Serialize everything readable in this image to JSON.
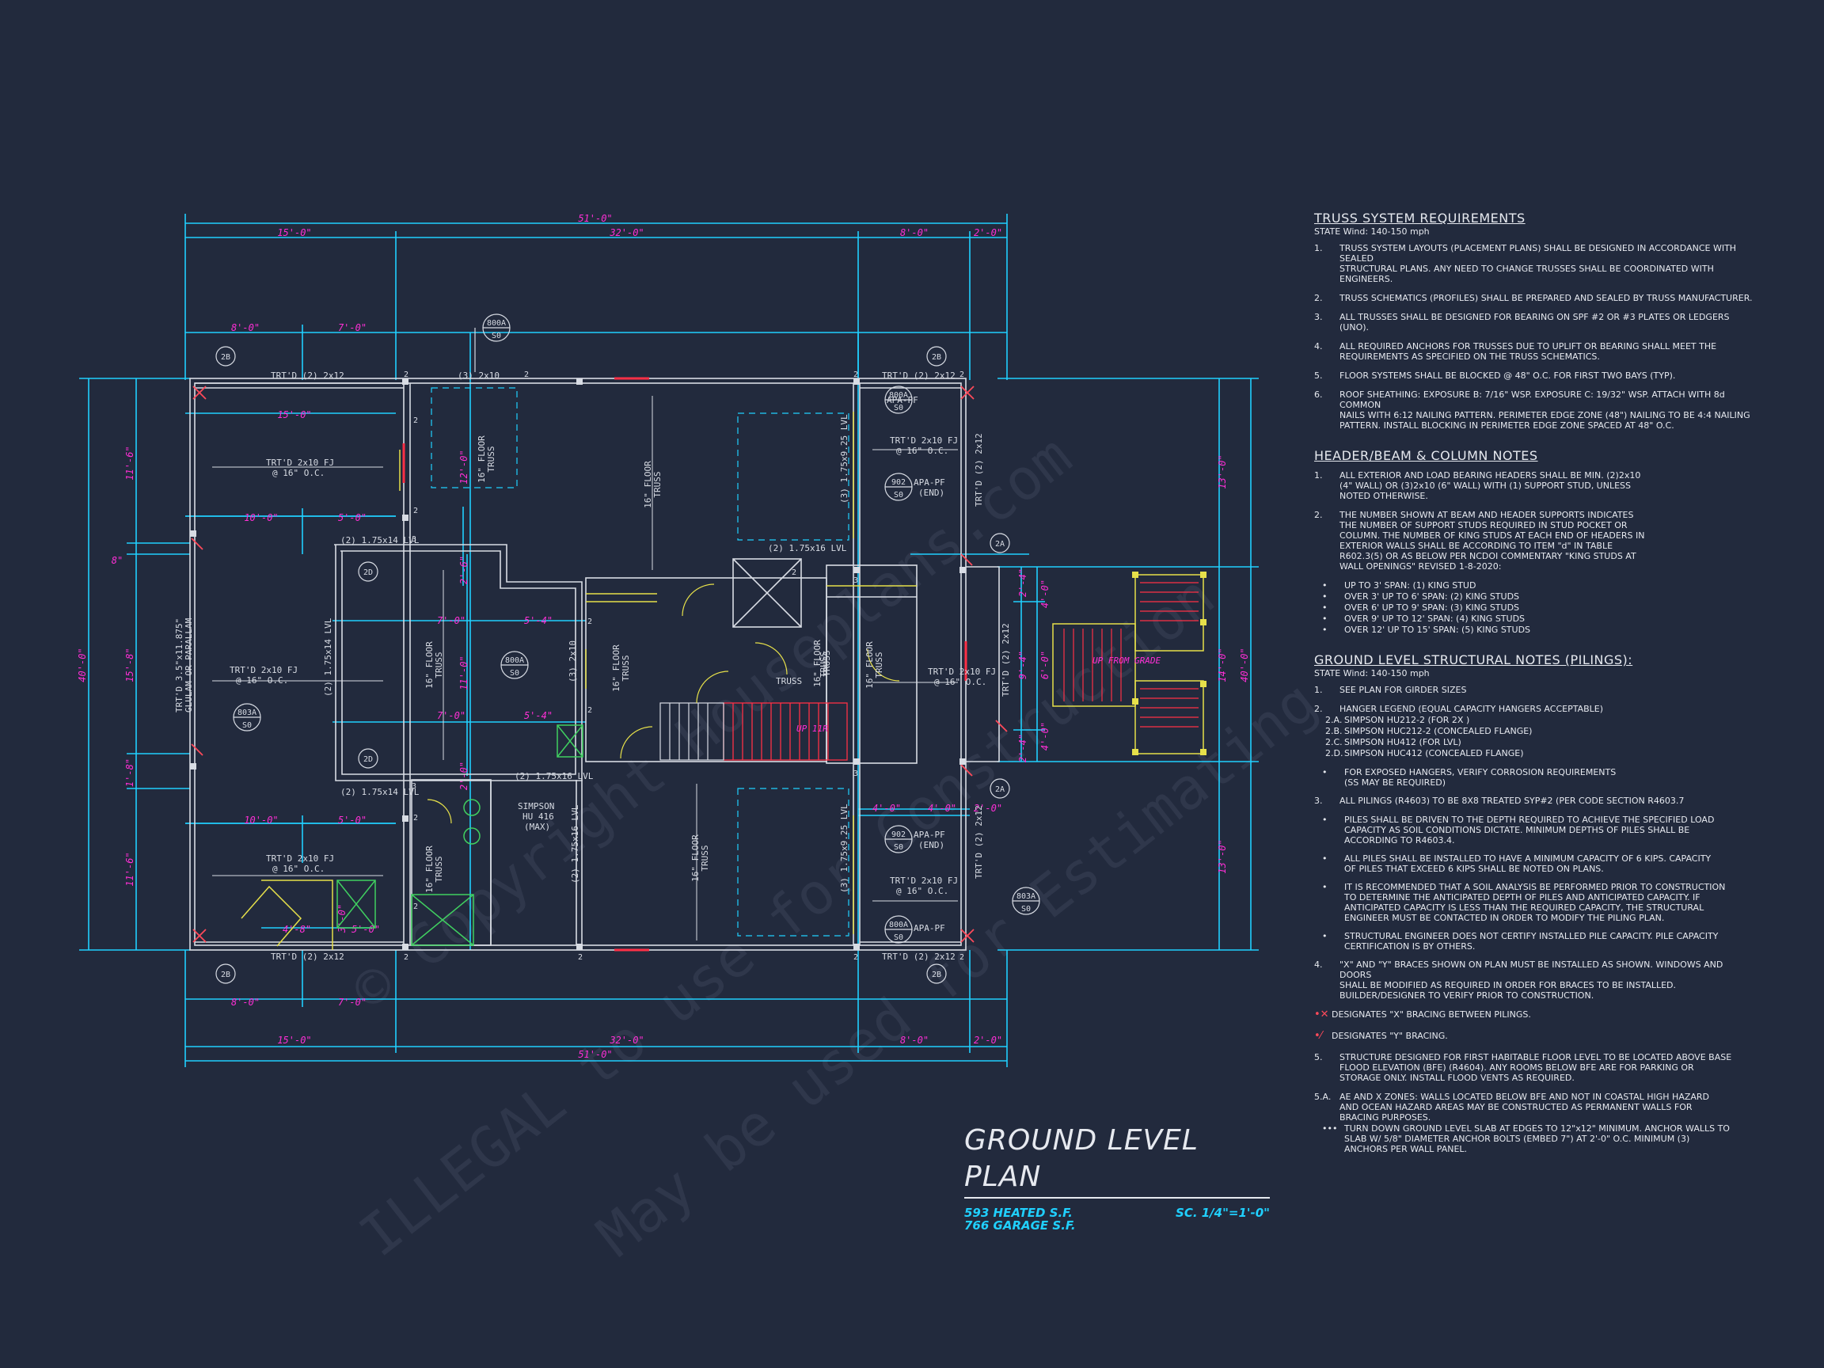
{
  "colors": {
    "background": "#222a3d",
    "dimension": "#20d0ff",
    "dimension_text": "#ff2fd6",
    "wall": "#d8dce4",
    "stair": "#ff3046",
    "yellow": "#e6e04a",
    "green": "#40d060",
    "bracing": "#ff4a5a",
    "notes": "#e6e9ef"
  },
  "plan": {
    "dims_top": {
      "overall": "51'-0\"",
      "d_15": "15'-0\"",
      "d_32": "32'-0\"",
      "d_8": "8'-0\"",
      "d_2": "2'-0\"",
      "d_8a": "8'-0\"",
      "d_7a": "7'-0\""
    },
    "dims_bottom": {
      "overall": "51'-0\"",
      "d_15": "15'-0\"",
      "d_32": "32'-0\"",
      "d_8": "8'-0\"",
      "d_2": "2'-0\"",
      "d_8a": "8'-0\"",
      "d_7a": "7'-0\""
    },
    "dims_left": {
      "overall": "40'-0\"",
      "d_11_6_top": "11'-6\"",
      "d_8": "8\"",
      "d_15_8": "15'-8\"",
      "d_1_8": "1'-8\"",
      "d_11_6_bot": "11'-6\""
    },
    "dims_right": {
      "overall": "40'-0\"",
      "d_13_top": "13'-0\"",
      "d_14": "14'-0\"",
      "d_13_bot": "13'-0\"",
      "d_2_4_top": "2'-4\"",
      "d_4_0_top": "4'-0\"",
      "d_9_4": "9'-4\"",
      "d_6_0": "6'-0\"",
      "d_2_4_bot": "2'-4\"",
      "d_4_0_bot": "4'-0\""
    },
    "dims_inner": {
      "d_15_top": "15'-0\"",
      "d_10_a": "10'-0\"",
      "d_5_0_a": "5'-0\"",
      "d_7_0_a": "7'-0\"",
      "d_5_4_a": "5'-4\"",
      "d_7_0_b": "7'-0\"",
      "d_5_4_b": "5'-4\"",
      "d_10_b": "10'-0\"",
      "d_5_0_b": "5'-0\"",
      "d_4_8": "4'-8\"",
      "d_5_0_c": "5'-0\"",
      "d_12_0": "12'-0\"",
      "d_11_0": "11'-0\"",
      "d_2_6": "2'-6\"",
      "d_4_0": "4'-0\"",
      "d_4_0b": "4'-0\"",
      "d_2_0": "2'-0\"",
      "d_3_0": "3'-0\"",
      "d_2_0v": "2'-0\""
    },
    "labels": {
      "trtd_2x12_tl": "TRT'D (2) 2x12",
      "x3_2x10": "(3) 2x10",
      "trtd_2x12_tr": "TRT'D (2) 2x12",
      "trtd_2x12_bl": "TRT'D (2) 2x12",
      "trtd_2x12_br": "TRT'D (2) 2x12",
      "trtd_2x12_rv1": "TRT'D (2) 2x12",
      "trtd_2x12_rv2": "TRT'D (2) 2x12",
      "trtd_2x12_rv3": "TRT'D (2) 2x12",
      "fj_top_1": "TRT'D 2x10 FJ",
      "fj_top_2": "@ 16\" O.C.",
      "fj_mid_1": "TRT'D 2x10 FJ",
      "fj_mid_2": "@ 16\" O.C.",
      "fj_bot_1": "TRT'D 2x10 FJ",
      "fj_bot_2": "@ 16\" O.C.",
      "fj_rt_1": "TRT'D 2x10 FJ",
      "fj_rt_2": "@ 16\" O.C.",
      "fj_rc_1": "TRT'D 2x10 FJ",
      "fj_rc_2": "@ 16\" O.C.",
      "fj_rb_1": "TRT'D 2x10 FJ",
      "fj_rb_2": "@ 16\" O.C.",
      "lvl_175x14_a": "(2) 1.75x14 LVL",
      "lvl_175x14_b": "(2) 1.75x14 LVL",
      "lvl_175x14_v": "(2) 1.75x14 LVL",
      "lvl_175x16_a": "(2) 1.75x16 LVL",
      "lvl_175x16_b": "(2) 1.75x16 LVL",
      "lvl_175x16_v": "(2) 1.75x16 LVL",
      "lvl_175x925_a": "(3) 1.75x9.25 LVL",
      "lvl_175x925_b": "(3) 1.75x9.25 LVL",
      "x3_2x10_v": "(3) 2x10",
      "truss_1": "16\" FLOOR",
      "truss_1b": "TRUSS",
      "truss_2": "16\" FLOOR",
      "truss_2b": "TRUSS",
      "truss_3": "16\" FLOOR",
      "truss_3b": "TRUSS",
      "truss_4": "16\" FLOOR",
      "truss_4b": "TRUSS",
      "truss_5": "16\" FLOOR",
      "truss_5b": "TRUSS",
      "truss_6": "16\" FLOOR",
      "truss_6b": "TRUSS",
      "truss_7": "16\" FLOOR",
      "truss_7b": "TRUSS",
      "truss_8": "16\" FLOOR",
      "truss_8b": "TRUSS",
      "truss_9": "TRUSS",
      "truss_10": "TRUSS",
      "apa_pf_1": "APA-PF",
      "apa_pf_2": "APA-PF",
      "apa_pf_2b": "(END)",
      "apa_pf_3": "APA-PF",
      "apa_pf_3b": "(END)",
      "apa_pf_4": "APA-PF",
      "simpson_1": "SIMPSON",
      "simpson_2": "HU 416",
      "simpson_3": "(MAX)",
      "glulam_1": "TRT'D 3.5\"x11.875\"",
      "glulam_2": "GLULAM OR PARALLAM",
      "up_fr_grade": "UP FROM GRADE",
      "up_11r": "UP 11R"
    },
    "bubbles": {
      "b800a_top": "800A",
      "b800a_top_s": "S0",
      "b800a_mid": "800A",
      "b800a_mid_s": "S0",
      "b803a_l": "803A",
      "b803a_l_s": "S0",
      "b803a_r": "803A",
      "b803a_r_s": "S0",
      "b800a_r1": "800A",
      "b800a_r1_s": "S0",
      "b902_r1": "902",
      "b902_r1_s": "S0",
      "b902_r2": "902",
      "b902_r2_s": "S0",
      "b800a_r2": "800A",
      "b800a_r2_s": "S0",
      "c2b_tl": "2B",
      "c2b_tr": "2B",
      "c2b_bl": "2B",
      "c2b_br": "2B",
      "c2a_t": "2A",
      "c2a_b": "2A",
      "c2d_t": "2D",
      "c2d_b": "2D"
    },
    "studs": {
      "s2": "2",
      "s3": "3"
    }
  },
  "title_block": {
    "title": "GROUND LEVEL PLAN",
    "heated": "593 HEATED S.F.",
    "garage": "766 GARAGE S.F.",
    "scale": "SC. 1/4\"=1'-0\""
  },
  "watermark": {
    "line1": "© Copyright Houseplans.com",
    "line2": "ILLEGAL to use for Construction",
    "line3": "May be used for Estimating"
  },
  "notes": {
    "truss": {
      "title": "TRUSS SYSTEM REQUIREMENTS",
      "sub": "STATE Wind: 140-150 mph",
      "items": [
        {
          "n": "1.",
          "t": "TRUSS SYSTEM LAYOUTS (PLACEMENT PLANS) SHALL BE DESIGNED IN ACCORDANCE WITH SEALED\nSTRUCTURAL PLANS. ANY NEED TO CHANGE TRUSSES SHALL BE COORDINATED WITH  ENGINEERS."
        },
        {
          "n": "2.",
          "t": "TRUSS SCHEMATICS (PROFILES) SHALL BE PREPARED AND SEALED BY TRUSS MANUFACTURER."
        },
        {
          "n": "3.",
          "t": "ALL TRUSSES SHALL BE DESIGNED FOR BEARING ON SPF #2 OR #3 PLATES OR LEDGERS (UNO)."
        },
        {
          "n": "4.",
          "t": "ALL REQUIRED ANCHORS FOR TRUSSES DUE TO UPLIFT OR BEARING SHALL MEET THE\nREQUIREMENTS AS SPECIFIED ON THE TRUSS SCHEMATICS."
        },
        {
          "n": "5.",
          "t": "FLOOR SYSTEMS SHALL BE BLOCKED @ 48\" O.C. FOR FIRST TWO BAYS (TYP)."
        },
        {
          "n": "6.",
          "t": "ROOF SHEATHING: EXPOSURE B: 7/16\" WSP. EXPOSURE C: 19/32\" WSP. ATTACH WITH 8d COMMON\nNAILS WITH 6:12 NAILING PATTERN. PERIMETER EDGE ZONE (48\") NAILING TO BE 4:4 NAILING\nPATTERN. INSTALL BLOCKING IN PERIMETER EDGE ZONE SPACED AT 48\" O.C."
        }
      ]
    },
    "header": {
      "title": "HEADER/BEAM & COLUMN NOTES",
      "items": [
        {
          "n": "1.",
          "t": "ALL EXTERIOR AND LOAD BEARING HEADERS SHALL BE MIN. (2)2x10\n(4\" WALL) OR (3)2x10 (6\" WALL) WITH (1) SUPPORT STUD, UNLESS\nNOTED OTHERWISE."
        },
        {
          "n": "2.",
          "t": "THE NUMBER SHOWN AT BEAM AND HEADER SUPPORTS INDICATES\nTHE NUMBER OF SUPPORT STUDS REQUIRED IN STUD POCKET OR\nCOLUMN. THE NUMBER OF KING STUDS AT EACH END OF HEADERS IN\nEXTERIOR WALLS SHALL BE ACCORDING TO ITEM \"d\" IN TABLE\nR602.3(5) OR AS BELOW PER NCDOI COMMENTARY \"KING STUDS AT\nWALL OPENINGS\" REVISED 1-8-2020:"
        }
      ],
      "bullets": [
        "UP TO 3' SPAN: (1) KING STUD",
        "OVER 3' UP TO 6' SPAN: (2) KING STUDS",
        "OVER 6' UP TO 9' SPAN: (3) KING STUDS",
        "OVER 9' UP TO 12' SPAN: (4) KING STUDS",
        "OVER 12' UP TO 15' SPAN: (5) KING STUDS"
      ]
    },
    "ground": {
      "title": "GROUND LEVEL STRUCTURAL NOTES (PILINGS):",
      "sub": "STATE Wind: 140-150 mph",
      "item1": "SEE PLAN FOR GIRDER SIZES",
      "item2": "HANGER LEGEND (EQUAL CAPACITY HANGERS ACCEPTABLE)",
      "hangers": [
        {
          "n": "2.A.",
          "t": "SIMPSON HU212-2 (FOR 2X )"
        },
        {
          "n": "2.B.",
          "t": "SIMPSON HUC212-2 (CONCEALED FLANGE)"
        },
        {
          "n": "2.C.",
          "t": "SIMPSON HU412 (FOR LVL)"
        },
        {
          "n": "2.D.",
          "t": "SIMPSON HUC412 (CONCEALED FLANGE)"
        }
      ],
      "exposed": "FOR EXPOSED HANGERS, VERIFY CORROSION REQUIREMENTS\n(SS MAY BE REQUIRED)",
      "item3": "ALL PILINGS (R4603) TO BE 8X8 TREATED SYP#2 (PER CODE SECTION R4603.7",
      "piles": [
        "PILES SHALL BE DRIVEN TO THE DEPTH REQUIRED TO ACHIEVE THE SPECIFIED LOAD\nCAPACITY AS SOIL CONDITIONS DICTATE. MINIMUM DEPTHS OF PILES SHALL BE\nACCORDING TO R4603.4.",
        "ALL PILES SHALL BE INSTALLED TO HAVE A MINIMUM CAPACITY OF 6 KIPS. CAPACITY\nOF PILES THAT EXCEED 6 KIPS SHALL BE NOTED ON PLANS.",
        "IT IS RECOMMENDED THAT A SOIL ANALYSIS BE PERFORMED PRIOR TO CONSTRUCTION\nTO DETERMINE THE ANTICIPATED DEPTH OF PILES AND ANTICIPATED CAPACITY. IF\nANTICIPATED CAPACITY IS LESS THAN THE REQUIRED CAPACITY, THE STRUCTURAL\nENGINEER MUST BE CONTACTED IN ORDER TO MODIFY THE PILING PLAN.",
        "STRUCTURAL ENGINEER DOES NOT CERTIFY INSTALLED PILE CAPACITY. PILE CAPACITY\nCERTIFICATION IS BY OTHERS."
      ],
      "item4": "\"X\" AND \"Y\" BRACES SHOWN ON PLAN MUST BE INSTALLED AS SHOWN. WINDOWS AND DOORS\nSHALL BE MODIFIED AS REQUIRED IN ORDER FOR BRACES TO BE INSTALLED.\nBUILDER/DESIGNER TO VERIFY PRIOR TO CONSTRUCTION.",
      "legend_x": "DESIGNATES \"X\" BRACING BETWEEN PILINGS.",
      "legend_y": "DESIGNATES \"Y\" BRACING.",
      "item5": "STRUCTURE DESIGNED FOR FIRST HABITABLE FLOOR LEVEL TO BE LOCATED ABOVE BASE\nFLOOD ELEVATION (BFE) (R4604). ANY ROOMS BELOW BFE ARE FOR PARKING OR\nSTORAGE ONLY. INSTALL FLOOD VENTS AS REQUIRED.",
      "item5a": "AE AND X ZONES: WALLS LOCATED BELOW BFE AND NOT IN COASTAL HIGH HAZARD\nAND OCEAN HAZARD AREAS MAY BE CONSTRUCTED AS PERMANENT WALLS FOR\nBRACING PURPOSES.",
      "item5a_sub": "TURN DOWN GROUND LEVEL SLAB AT EDGES TO 12\"x12\" MINIMUM. ANCHOR WALLS TO\nSLAB W/ 5/8\" DIAMETER ANCHOR BOLTS (EMBED 7\") AT 2'-0\" O.C. MINIMUM (3)\nANCHORS PER WALL PANEL."
    }
  }
}
